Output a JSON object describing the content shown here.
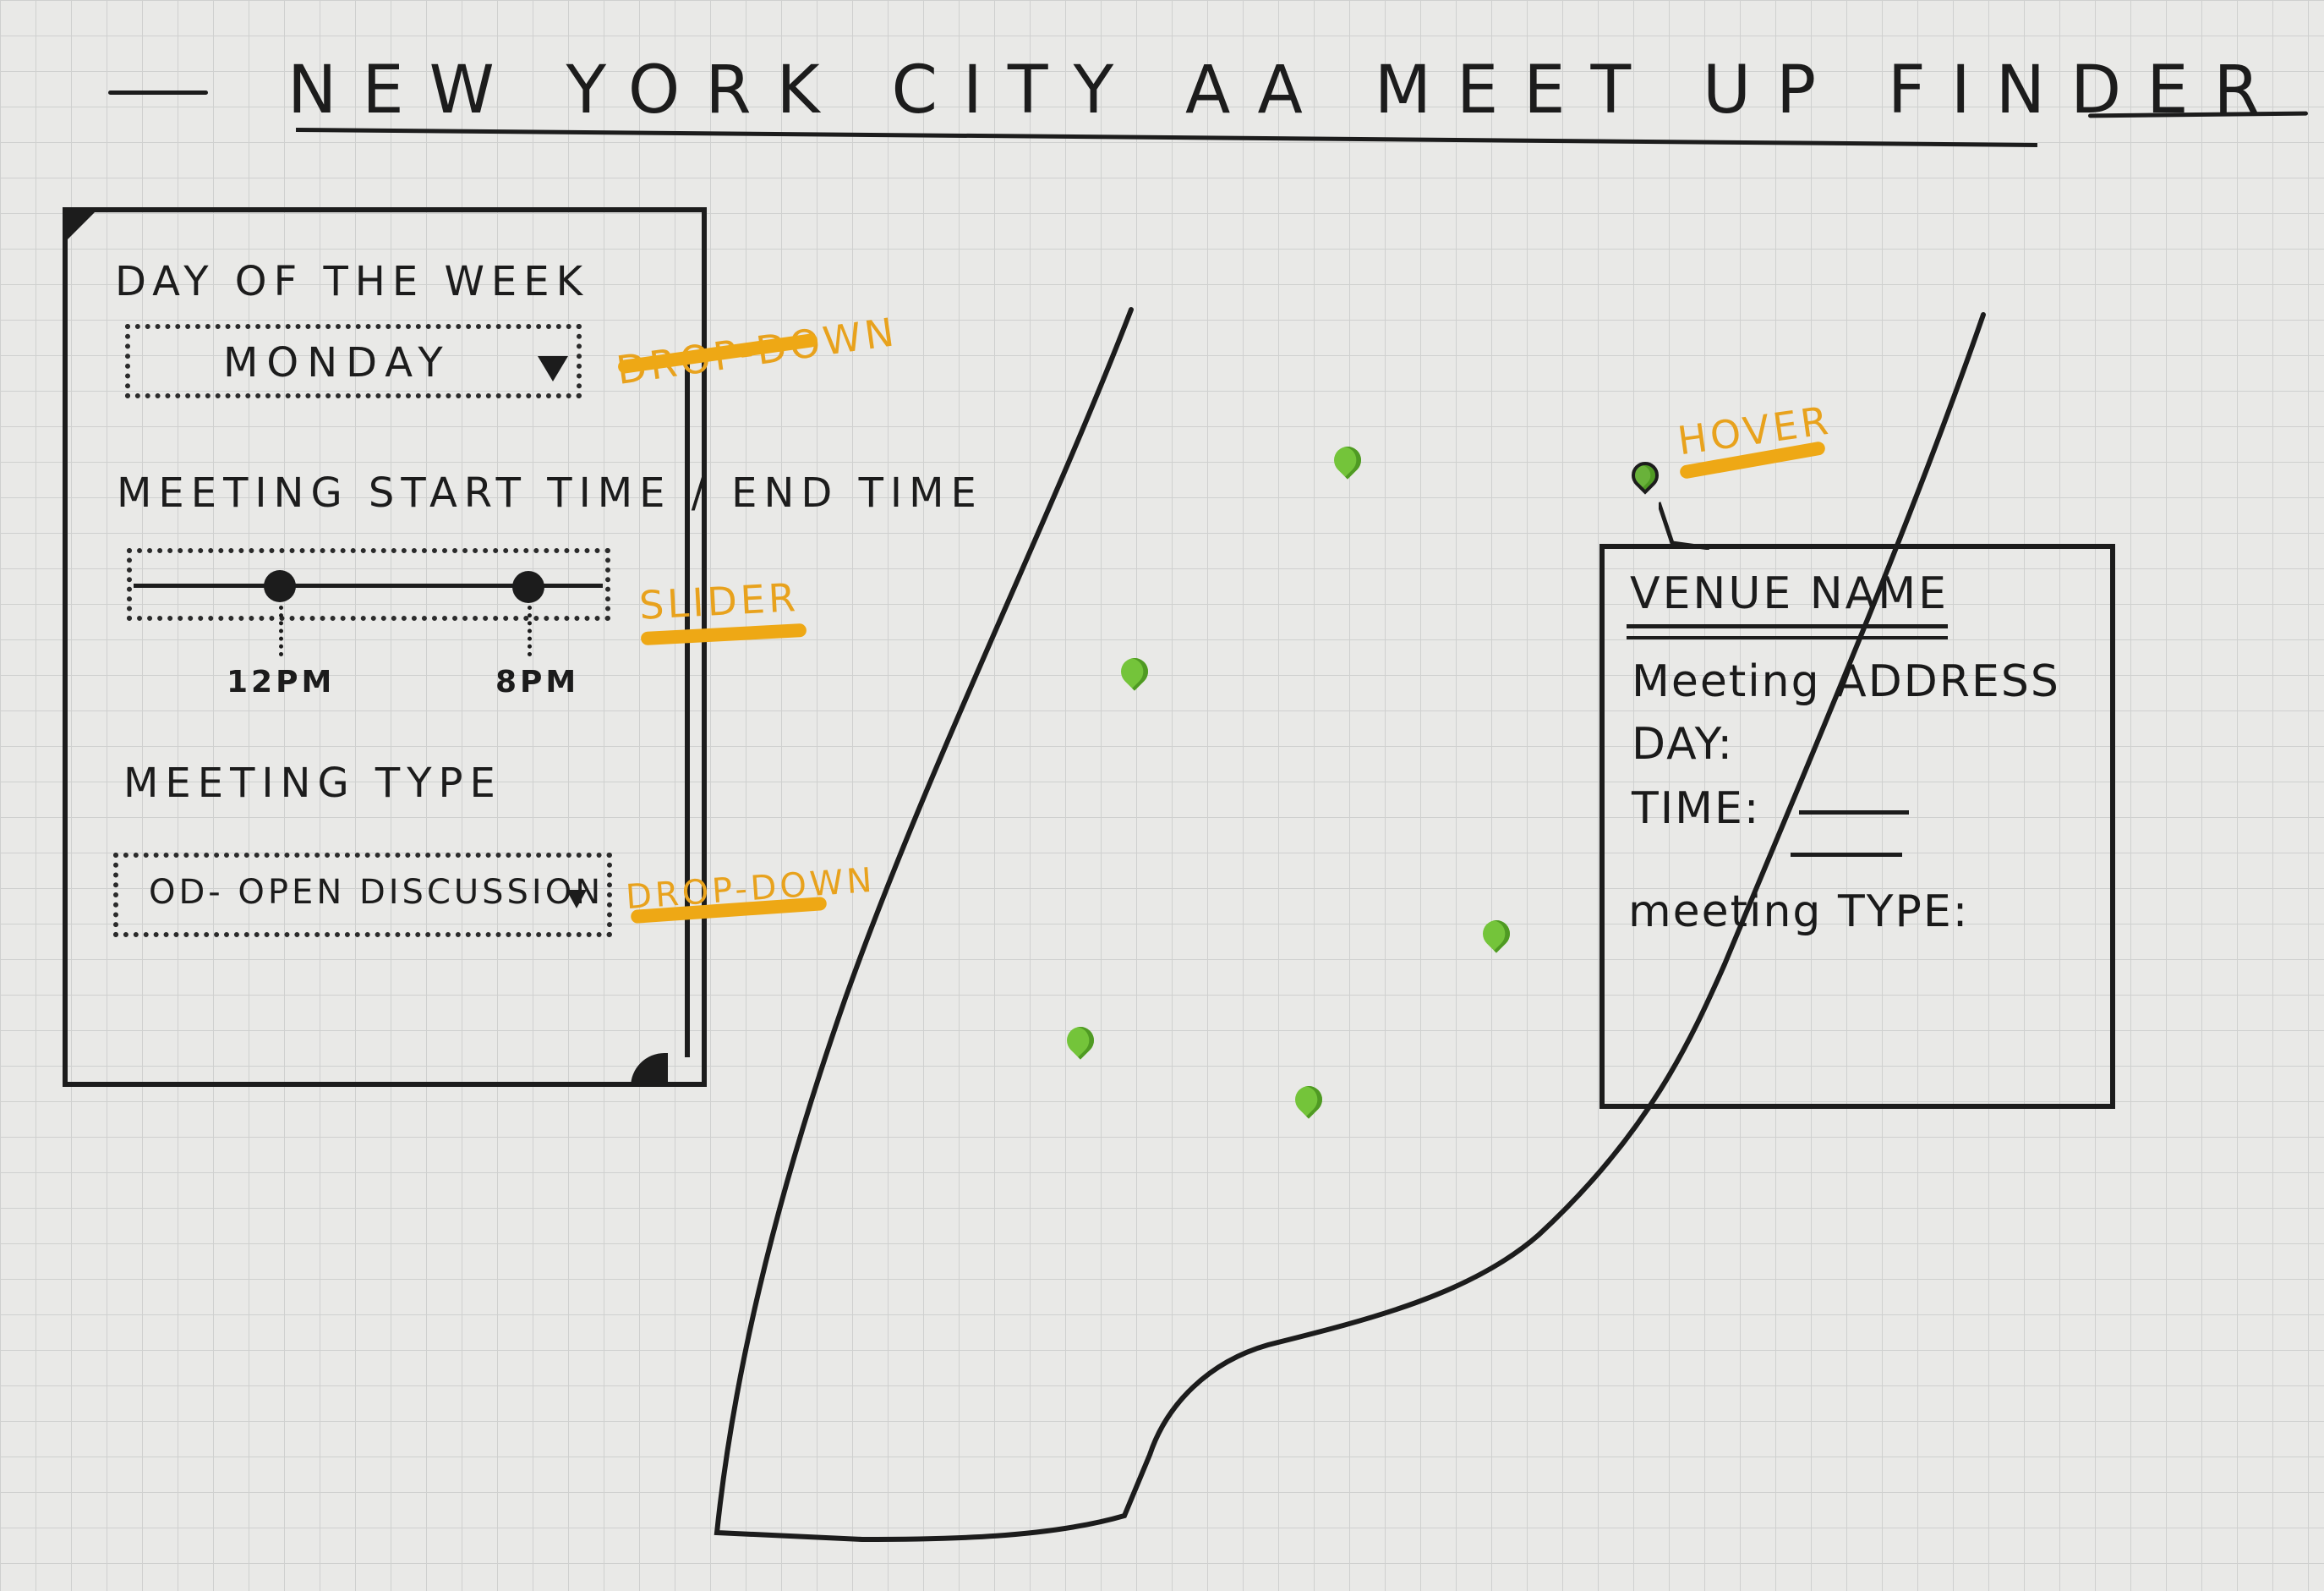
{
  "header": {
    "title": "NEW YORK CITY AA MEET UP FINDER"
  },
  "filters": {
    "day": {
      "label": "DAY OF THE WEEK",
      "value": "MONDAY",
      "annotation": "DROP-DOWN"
    },
    "time": {
      "label": "MEETING START TIME / END TIME",
      "start_label": "12PM",
      "end_label": "8PM",
      "annotation": "SLIDER"
    },
    "type": {
      "label": "MEETING TYPE",
      "value": "OD- OPEN DISCUSSION",
      "annotation": "DROP-DOWN"
    }
  },
  "map": {
    "pin_color": "#74c43a",
    "hover_annotation": "HOVER",
    "pin_count": 6
  },
  "info_card": {
    "venue_name": "VENUE NAME",
    "address_label": "Meeting ADDRESS",
    "day_label": "DAY:",
    "time_label": "TIME:",
    "type_label": "meeting TYPE:"
  },
  "colors": {
    "ink": "#1c1c1c",
    "highlighter": "#eea815",
    "paper": "#e9e9e7"
  }
}
